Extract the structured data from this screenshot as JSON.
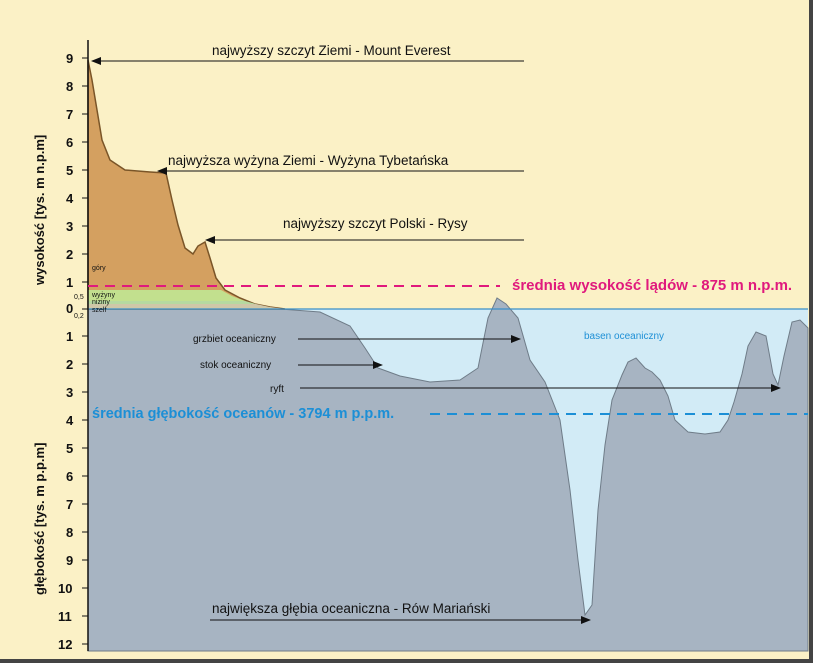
{
  "axes": {
    "upper_label": "wysokość [tys. m n.p.m]",
    "lower_label": "głębokość [tys. m p.p.m]",
    "upper_ticks": [
      "9",
      "8",
      "7",
      "6",
      "5",
      "4",
      "3",
      "2",
      "1"
    ],
    "zero_label": "0",
    "lower_ticks": [
      "1",
      "2",
      "3",
      "4",
      "5",
      "6",
      "7",
      "8",
      "9",
      "10",
      "11",
      "12"
    ],
    "small_ticks": [
      "0,5",
      "0,2"
    ]
  },
  "zones": {
    "mountains": "góry",
    "uplands": "wyżyny",
    "lowlands": "niziny",
    "shelf": "szelf"
  },
  "annotations": {
    "everest": "najwyższy szczyt Ziemi - Mount Everest",
    "tibet": "najwyższa wyżyna Ziemi - Wyżyna Tybetańska",
    "rysy": "najwyższy szczyt Polski - Rysy",
    "mean_land": "średnia wysokość lądów - 875 m n.p.m.",
    "ridge": "grzbiet oceaniczny",
    "slope": "stok oceaniczny",
    "basin": "basen oceaniczny",
    "rift": "ryft",
    "mean_ocean": "średnia głębokość oceanów - 3794 m p.p.m.",
    "trench": "największa głębia oceaniczna - Rów Mariański"
  },
  "colors": {
    "land": "#d4a060",
    "land_line": "#7a5528",
    "uplands": "#c2e08e",
    "lowlands": "#b6d9a0",
    "shelf": "#cfc7a8",
    "sky": "#fbf1c6",
    "ocean": "#d2ebf6",
    "seafloor": "#a7b4c2",
    "mean_land": "#e0197d",
    "mean_ocean": "#1c8fd6",
    "basin_text": "#1f90d6"
  }
}
